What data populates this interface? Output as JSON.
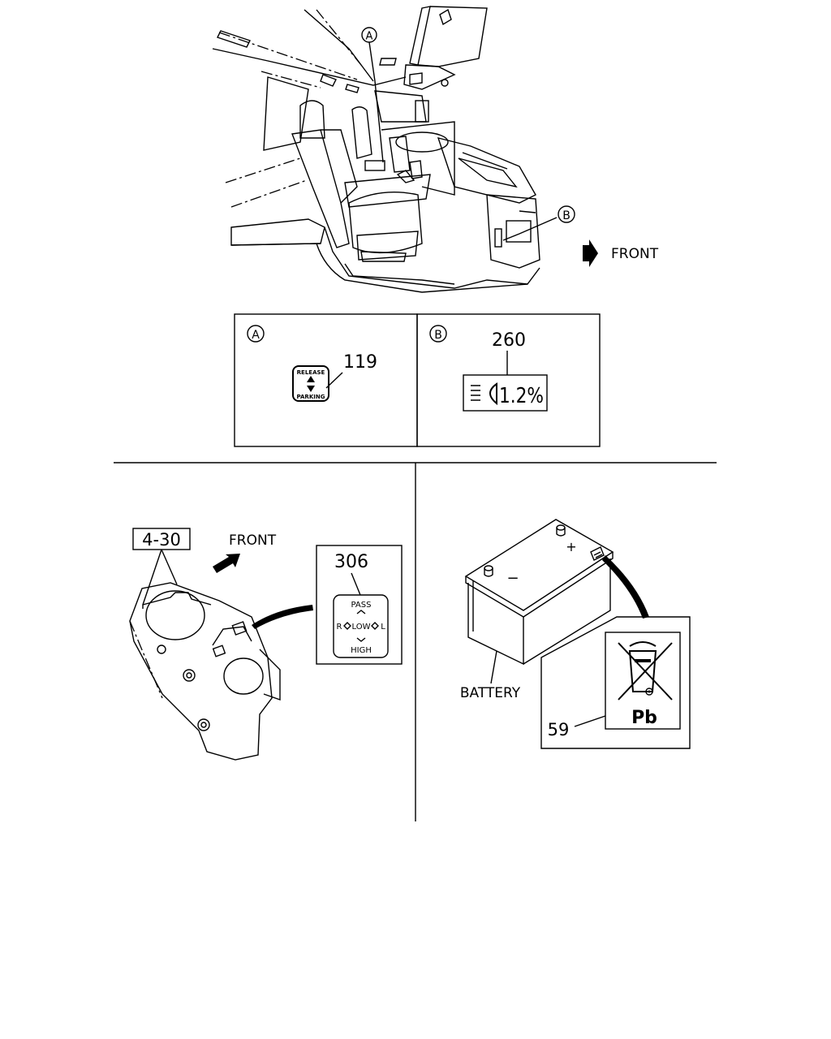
{
  "top_view": {
    "callout_a": "A",
    "callout_b": "B",
    "front_label": "FRONT"
  },
  "detail_a": {
    "letter": "A",
    "part_number": "119",
    "label_top": "RELEASE",
    "label_bottom": "PARKING"
  },
  "detail_b": {
    "letter": "B",
    "part_number": "260",
    "display_text": "1.2%"
  },
  "switch_view": {
    "ref_box": "4-30",
    "front_label": "FRONT",
    "part_number": "306",
    "label_pass": "PASS",
    "label_low": "LOW",
    "label_r": "R",
    "label_l": "L",
    "label_high": "HIGH"
  },
  "battery_view": {
    "battery_label": "BATTERY",
    "part_number": "59",
    "plus": "+",
    "minus": "−",
    "label_pb": "Pb"
  }
}
